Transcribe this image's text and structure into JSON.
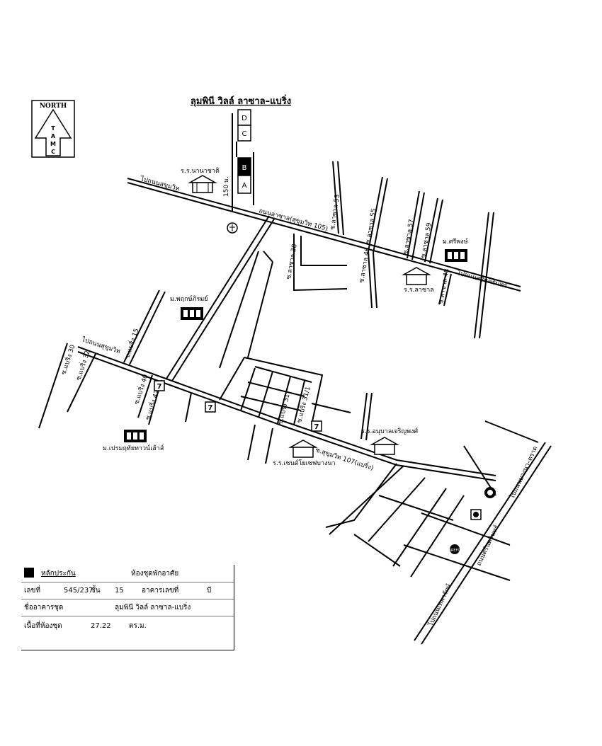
{
  "map": {
    "title": "ลุมพินี วิลล์ ลาซาล–แบริ่ง",
    "compass": {
      "north": "NORTH",
      "letters": [
        "T",
        "A",
        "M",
        "C"
      ]
    },
    "buildings": [
      "D",
      "C",
      "B",
      "A"
    ],
    "distance": "150 ม.",
    "roads": {
      "to_sukhumvit_top": "ไปถนนสุขุมวิท",
      "lasalle_main": "ถนนลาซาล(สุขุมวิท 105)",
      "lasalle_53": "ซ.ลาซาล 53",
      "lasalle_55": "ซ.ลาซาล 55",
      "lasalle_57": "ซ.ลาซาล 57",
      "lasalle_59": "ซ.ลาซาล 59",
      "lasalle_38": "ซ.ลาซาล 38",
      "lasalle_46": "ซ.ลาซาล 46",
      "lasalle_48": "ซ.ลาซาล 48",
      "to_srinakarin_right": "ไปถนนศรีนครินทร์",
      "to_sukhumvit_left": "ไปถนนสุขุมวิท",
      "bearing_30": "ซ.แบริ่ง 30",
      "bearing_32": "ซ.แบริ่ง 32",
      "bearing_15": "ซ.แบริ่ง 15",
      "bearing_40": "ซ.แบริ่ง 40",
      "bearing_42": "ซ.แบริ่ง 42",
      "bearing_31": "ซ.แบริ่ง 31",
      "bearing_31_1": "ซ.แบริ่ง 31/1",
      "sukhumvit_107": "ซ.สุขุมวิท 107(แบริ่ง)",
      "to_bangna_trat": "ไปถนนบางนา–ตราด",
      "srinakarin": "ถนนศรีนครินทร์",
      "to_thepharak": "ไปถนนเทพารักษ์"
    },
    "places": {
      "school_nanachat": "ร.ร.นานาชาติ",
      "village_sriphong": "ม.ศรีพงษ์",
      "school_lasalle": "ร.ร.ลาซาล",
      "village_phruksaphirom": "ม.พฤกษ์ภิรมย์",
      "village_premruthai": "ม.เปรมฤทัยทาวน์เฮ้าส์",
      "school_anuban": "ร.ร.อนุบาลเจริญพงศ์",
      "school_st_joseph": "ร.ร.เซนต์โยเซฟบางนา",
      "bank_logo": "CARREFOUR"
    },
    "icons": [
      "shell-icon",
      "seven-eleven-icon",
      "school-icon",
      "house-icon",
      "bank-icon"
    ]
  },
  "legend": {
    "collateral": "หลักประกัน",
    "type": "ห้องชุดพักอาศัย",
    "number_label": "เลขที่",
    "number": "545/237",
    "floor_label": "ชั้น",
    "floor": "15",
    "building_label": "อาคารเลขที่",
    "building": "บี",
    "name_label": "ชื่ออาคารชุด",
    "name": "ลุมพินี วิลล์ ลาซาล-แบริ่ง",
    "area_label": "เนื้อที่ห้องชุด",
    "area": "27.22",
    "unit": "ตร.ม."
  }
}
